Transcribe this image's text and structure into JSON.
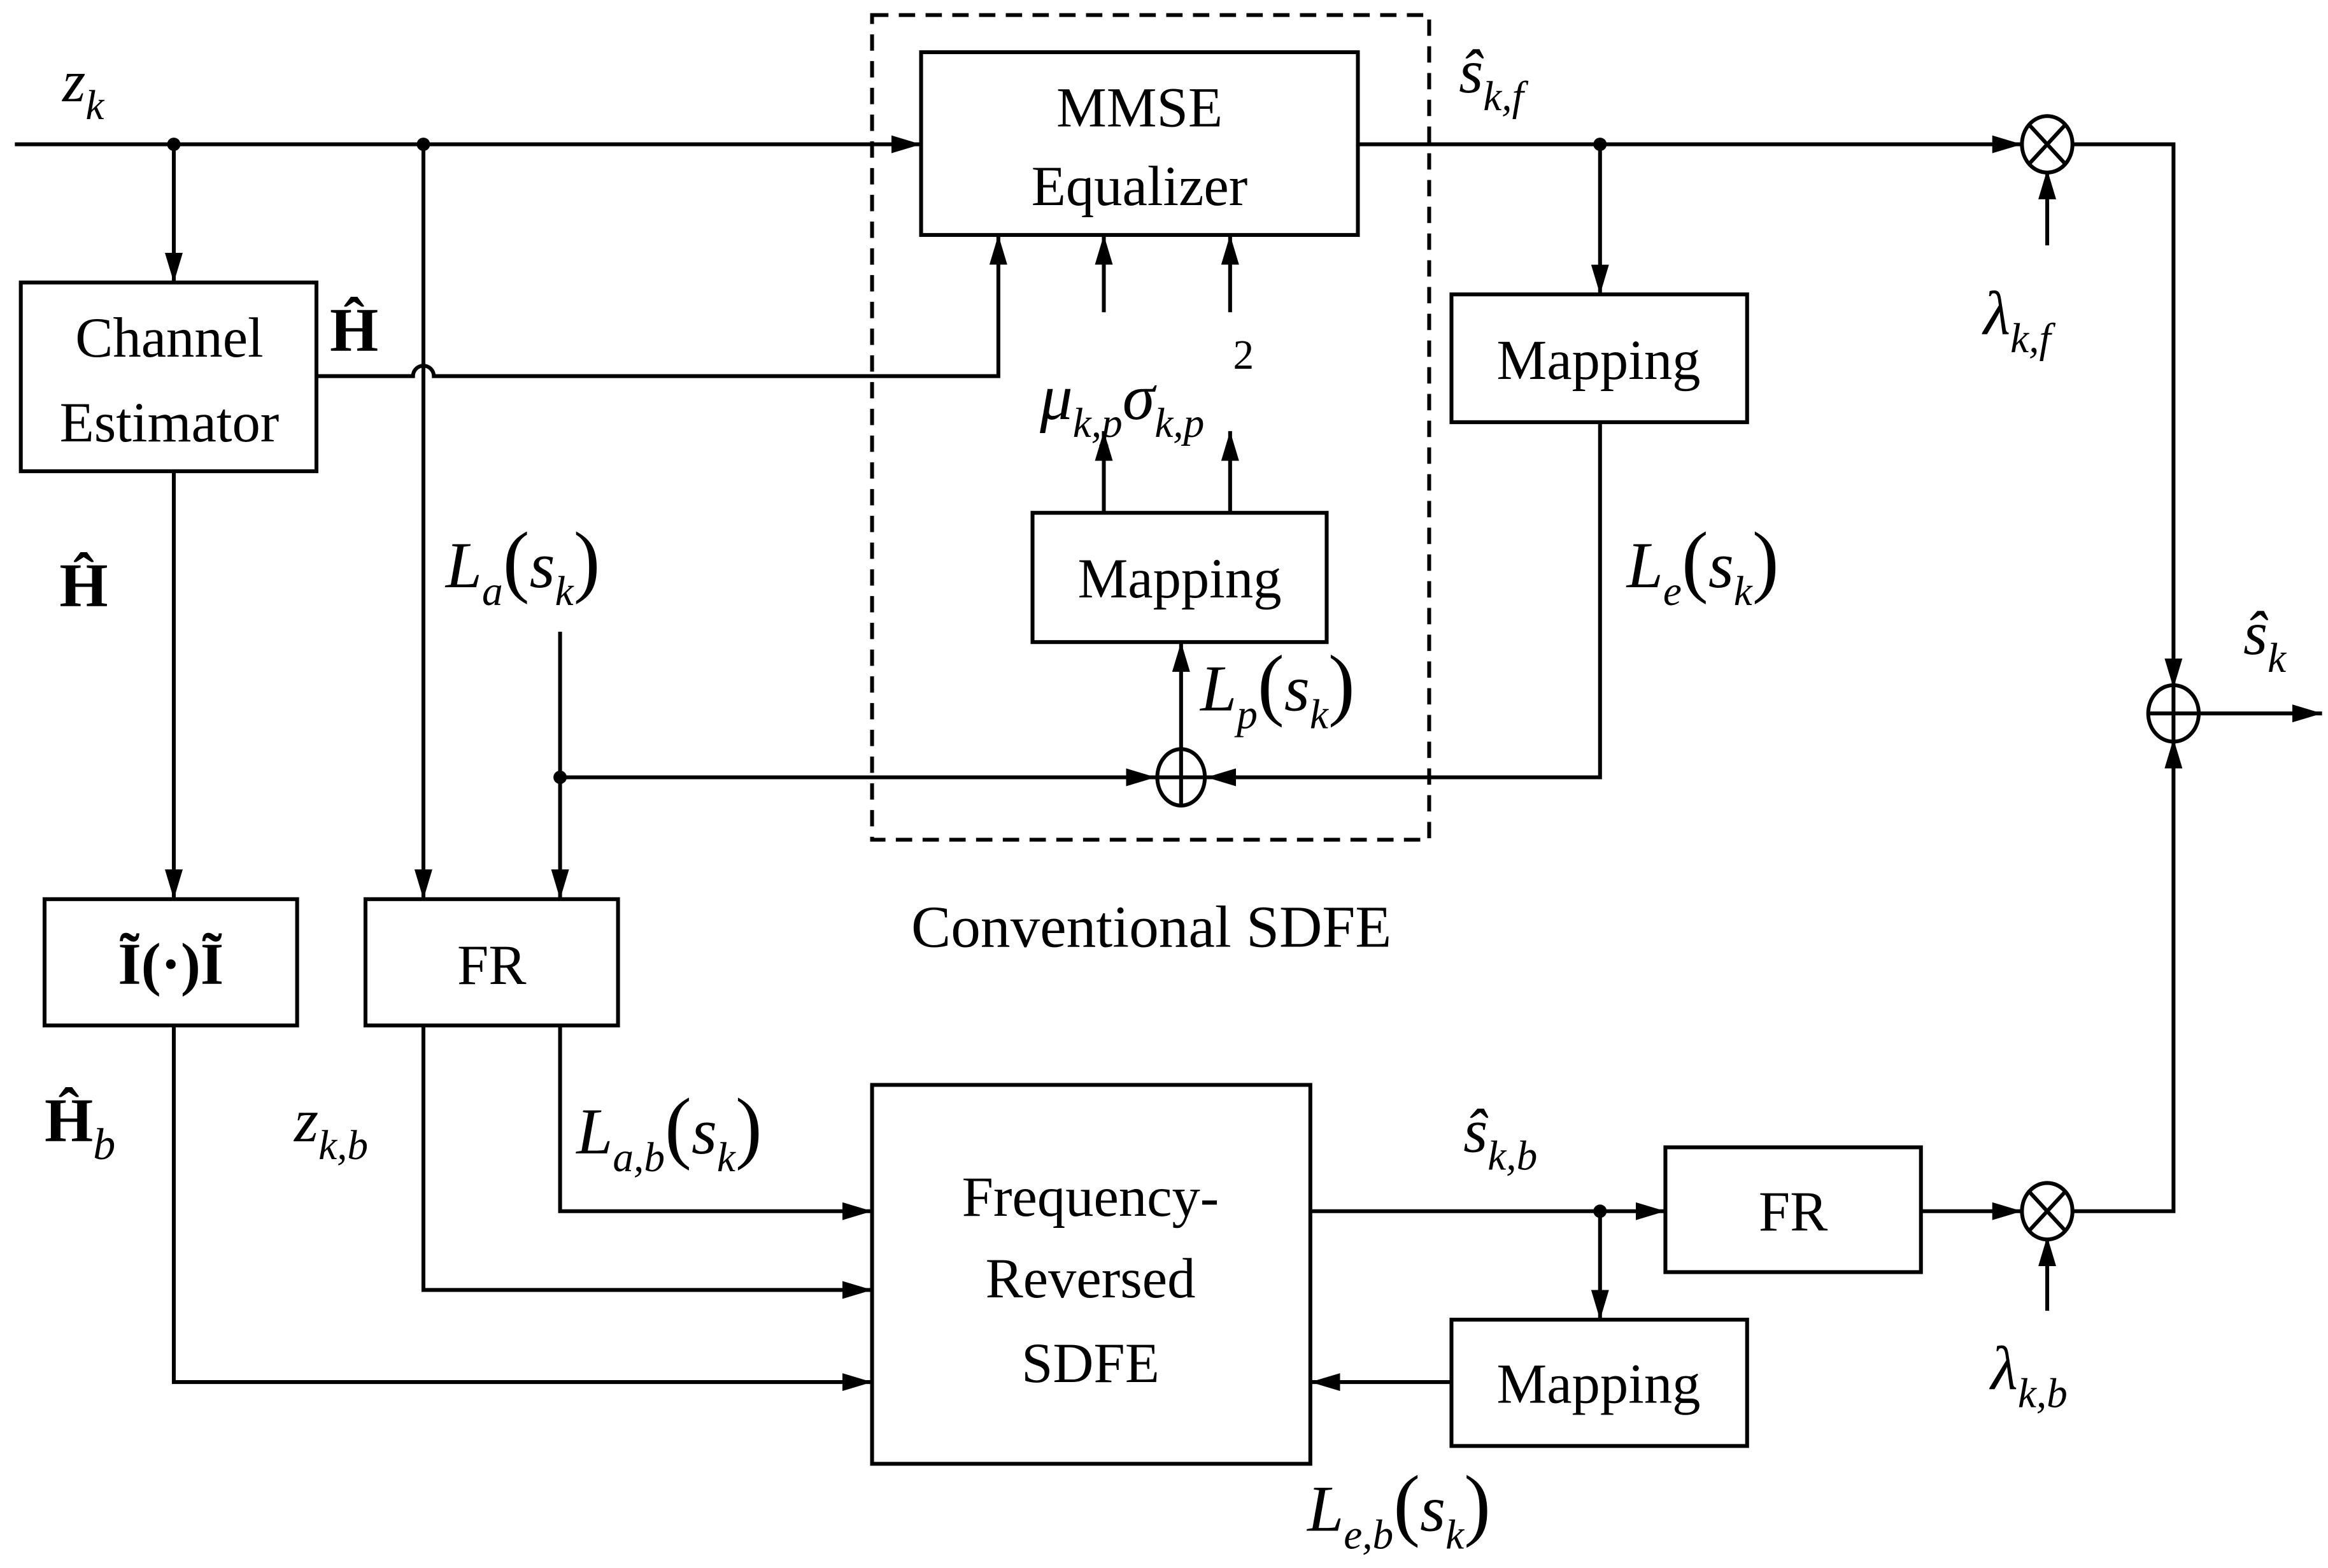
{
  "diagram": {
    "title": "Conventional SDFE and Frequency-Reversed SDFE receiver structure",
    "caption": "Conventional SDFE",
    "blocks": {
      "mmse_equalizer": [
        "MMSE",
        "Equalizer"
      ],
      "channel_estimator": [
        "Channel",
        "Estimator"
      ],
      "mapping_inner": "Mapping",
      "mapping_right": "Mapping",
      "mapping_bottom": "Mapping",
      "permutation": "Ĩ(·)Ĩ",
      "fr_left": "FR",
      "fr_right": "FR",
      "fr_sdfe": [
        "Frequency-",
        "Reversed",
        "SDFE"
      ]
    },
    "signals": {
      "z_k": {
        "base": "z",
        "sub": "k"
      },
      "h_hat_top": {
        "base": "Ĥ"
      },
      "h_hat_left": {
        "base": "Ĥ"
      },
      "h_hat_b": {
        "base": "Ĥ",
        "sub": "b"
      },
      "mu": {
        "base": "μ",
        "sub": "k,p"
      },
      "sigma": {
        "base": "σ",
        "sub": "k,p",
        "sup": "2"
      },
      "s_hat_kf": {
        "base": "ŝ",
        "sub": "k,f"
      },
      "s_hat_kb": {
        "base": "ŝ",
        "sub": "k,b"
      },
      "s_hat_k": {
        "base": "ŝ",
        "sub": "k"
      },
      "lambda_kf": {
        "base": "λ",
        "sub": "k,f"
      },
      "lambda_kb": {
        "base": "λ",
        "sub": "k,b"
      },
      "L_a": {
        "base": "L",
        "sub": "a",
        "arg": "s",
        "argsub": "k"
      },
      "L_e": {
        "base": "L",
        "sub": "e",
        "arg": "s",
        "argsub": "k"
      },
      "L_p": {
        "base": "L",
        "sub": "p",
        "arg": "s",
        "argsub": "k"
      },
      "L_ab": {
        "base": "L",
        "sub": "a,b",
        "arg": "s",
        "argsub": "k"
      },
      "L_eb": {
        "base": "L",
        "sub": "e,b",
        "arg": "s",
        "argsub": "k"
      },
      "z_kb": {
        "base": "z",
        "sub": "k,b"
      }
    },
    "paren_open": "(",
    "paren_close": ")"
  }
}
